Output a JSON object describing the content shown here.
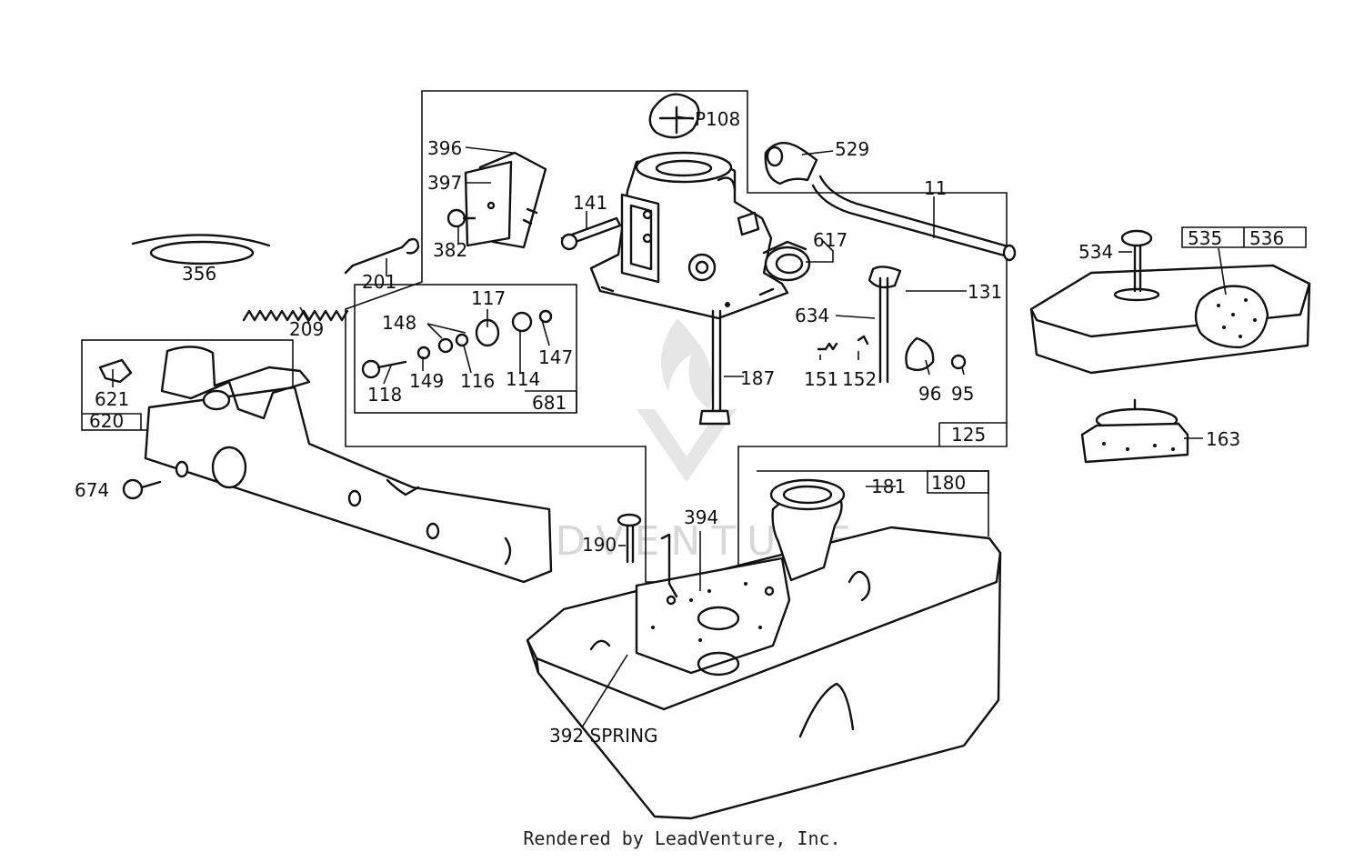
{
  "labels": {
    "p108": "P108",
    "p396": "396",
    "p397": "397",
    "p529": "529",
    "p11": "11",
    "p141": "141",
    "p382": "382",
    "p617": "617",
    "p201": "201",
    "p356": "356",
    "p534": "534",
    "p535": "535",
    "p536": "536",
    "p131": "131",
    "p634": "634",
    "p209": "209",
    "p117": "117",
    "p148": "148",
    "p147": "147",
    "p118": "118",
    "p149": "149",
    "p116": "116",
    "p114": "114",
    "p681": "681",
    "p621": "621",
    "p620": "620",
    "p151": "151",
    "p152": "152",
    "p96": "96",
    "p95": "95",
    "p187": "187",
    "p125": "125",
    "p163": "163",
    "p674": "674",
    "p181": "181",
    "p180": "180",
    "p394": "394",
    "p190": "190",
    "p392": "392 SPRING"
  },
  "watermark": "LEADVENTURE",
  "footer": "Rendered by LeadVenture, Inc."
}
